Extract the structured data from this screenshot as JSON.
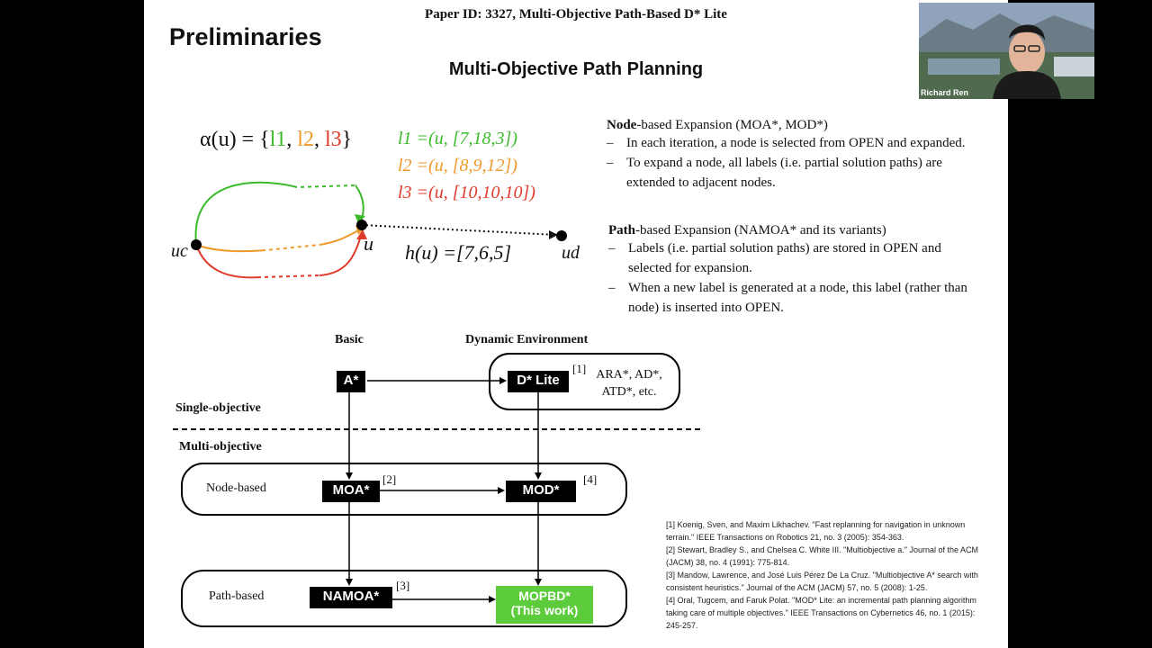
{
  "header": {
    "paper": "Paper ID: 3327, Multi-Objective Path-Based D* Lite"
  },
  "slide": {
    "section_title": "Preliminaries",
    "subtitle": "Multi-Objective Path Planning"
  },
  "figure": {
    "alpha": {
      "prefix": "α(u) = {",
      "l1": "l1",
      "l2": "l2",
      "l3": "l3",
      "suffix": "}",
      "sep": ", "
    },
    "labels": [
      {
        "text": "l1 =(u, [7,18,3])",
        "color": "#3cba2c"
      },
      {
        "text": "l2 =(u, [8,9,12])",
        "color": "#ee9a2a"
      },
      {
        "text": "l3 =(u, [10,10,10])",
        "color": "#e03a2a"
      }
    ],
    "node_uc": "uc",
    "node_u": "u",
    "node_ud": "ud",
    "heuristic": "h(u) =[7,6,5]"
  },
  "description": {
    "node_head_bold": "Node",
    "node_head_rest": "-based Expansion (MOA*, MOD*)",
    "node_items": [
      "In each iteration, a node is selected from OPEN and expanded.",
      "To expand a node, all labels (i.e. partial solution paths) are extended to adjacent nodes."
    ],
    "path_head_bold": "Path",
    "path_head_rest": "-based Expansion (NAMOA* and its variants)",
    "path_items": [
      "Labels (i.e. partial solution paths) are stored in OPEN and selected for expansion.",
      "When a new label is generated at a node, this label (rather than node) is inserted into OPEN."
    ]
  },
  "diagram": {
    "col_basic": "Basic",
    "col_dynamic": "Dynamic Environment",
    "row_single": "Single-objective",
    "row_multi": "Multi-objective",
    "row_node": "Node-based",
    "row_path": "Path-based",
    "astar": "A*",
    "dstar": "D* Lite",
    "dstar_cite": "[1]",
    "dynamic_others": "ARA*, AD*, ATD*, etc.",
    "moa": "MOA*",
    "moa_cite": "[2]",
    "mod": "MOD*",
    "mod_cite": "[4]",
    "namoa": "NAMOA*",
    "namoa_cite": "[3]",
    "mopbd_line1": "MOPBD*",
    "mopbd_line2": "(This work)"
  },
  "references": [
    "[1] Koenig, Sven, and Maxim Likhachev. \"Fast replanning for navigation in unknown terrain.\" IEEE Transactions on Robotics 21, no. 3 (2005): 354-363.",
    "[2] Stewart, Bradley S., and Chelsea C. White III. \"Multiobjective a.\" Journal of the ACM (JACM) 38, no. 4 (1991): 775-814.",
    "[3] Mandow, Lawrence, and José Luis Pérez De La Cruz. \"Multiobjective A* search with consistent heuristics.\" Journal of the ACM (JACM) 57, no. 5 (2008): 1-25.",
    "[4] Oral, Tugcem, and Faruk Polat. \"MOD* Lite: an incremental path planning algorithm taking care of multiple objectives.\" IEEE Transactions on Cybernetics 46, no. 1 (2015): 245-257."
  ],
  "video": {
    "name": "Richard Ren"
  },
  "colors": {
    "green": "#3cba2c",
    "orange": "#ee9a2a",
    "red": "#e03a2a",
    "this_work": "#5dcc3c"
  }
}
